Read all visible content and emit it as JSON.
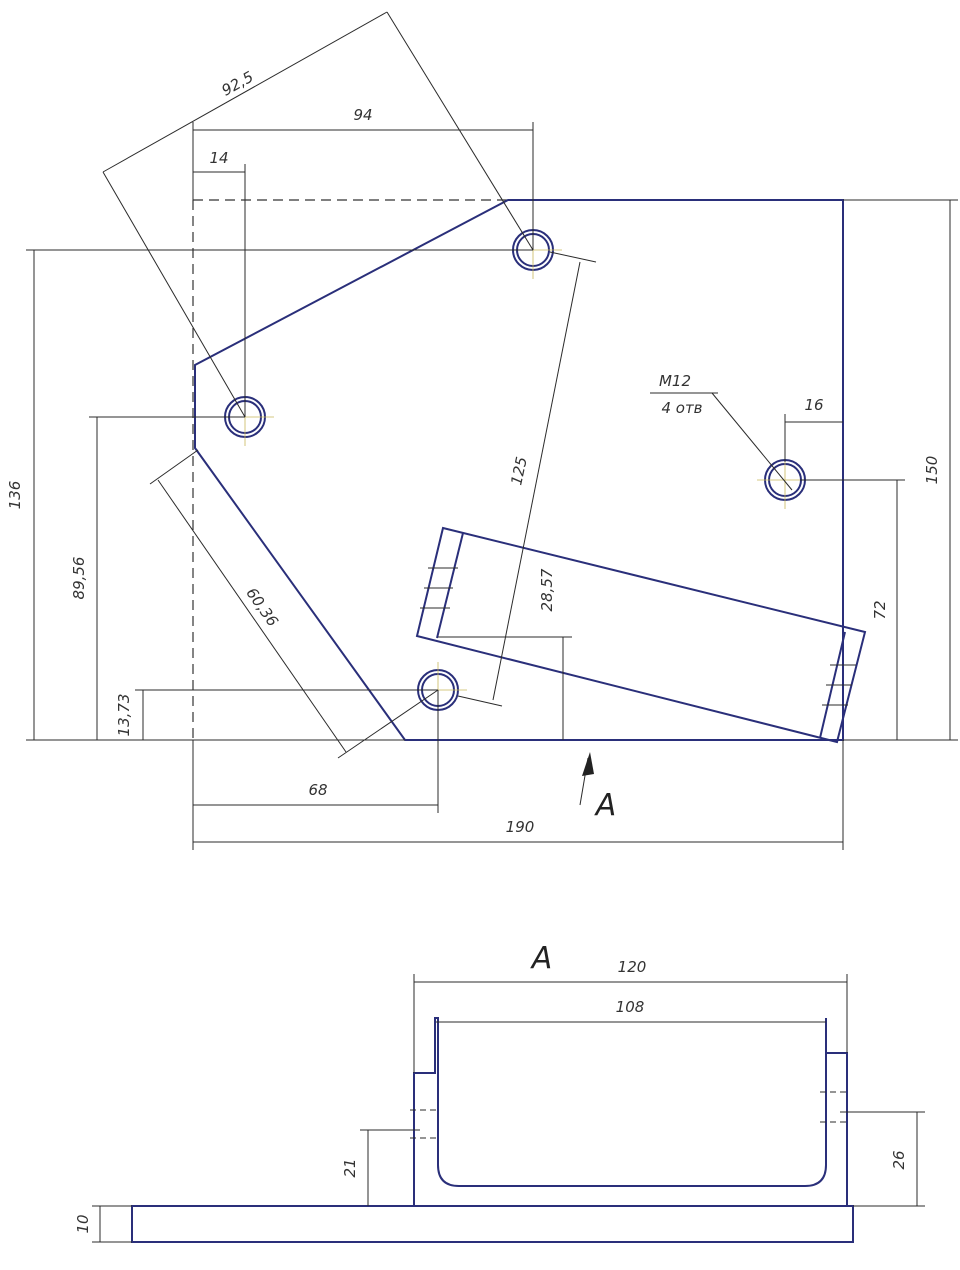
{
  "plan_dimensions": {
    "d925": "92,5",
    "d94": "94",
    "d14": "14",
    "d136": "136",
    "d8956": "89,56",
    "d1373": "13,73",
    "d6036": "60,36",
    "d68": "68",
    "d190": "190",
    "d125": "125",
    "d2857": "28,57",
    "d72": "72",
    "d150": "150",
    "d16": "16"
  },
  "hole_note": {
    "thread": "M12",
    "count": "4 отв"
  },
  "view_marker": "A",
  "view_a": {
    "title": "A",
    "d120": "120",
    "d108": "108",
    "d21": "21",
    "d26": "26",
    "d10": "10"
  }
}
